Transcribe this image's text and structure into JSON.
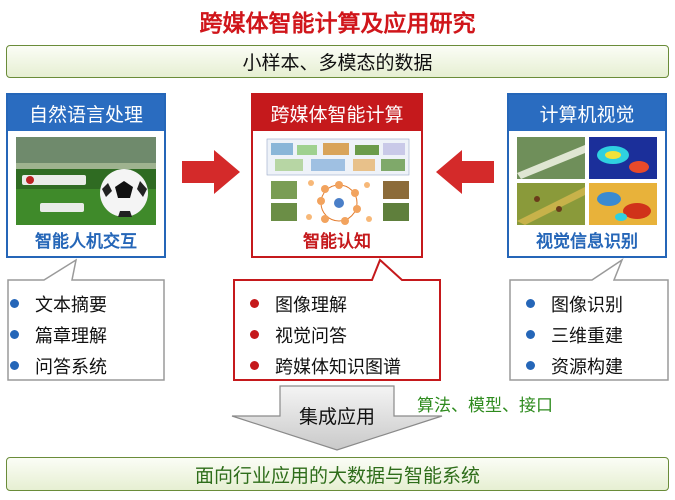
{
  "title": "跨媒体智能计算及应用研究",
  "top_bar": "小样本、多模态的数据",
  "bottom_bar": "面向行业应用的大数据与智能系统",
  "panels": {
    "left": {
      "header": "自然语言处理",
      "label": "智能人机交互",
      "bullets": [
        "文本摘要",
        "篇章理解",
        "问答系统"
      ]
    },
    "center": {
      "header": "跨媒体智能计算",
      "label": "智能认知",
      "bullets": [
        "图像理解",
        "视觉问答",
        "跨媒体知识图谱"
      ]
    },
    "right": {
      "header": "计算机视觉",
      "label": "视觉信息识别",
      "bullets": [
        "图像识别",
        "三维重建",
        "资源构建"
      ]
    }
  },
  "integration_label": "集成应用",
  "side_note": "算法、模型、接口",
  "colors": {
    "red": "#c5191c",
    "blue": "#2566b8",
    "green": "#6a8c39",
    "green_text": "#2e6d1a"
  }
}
